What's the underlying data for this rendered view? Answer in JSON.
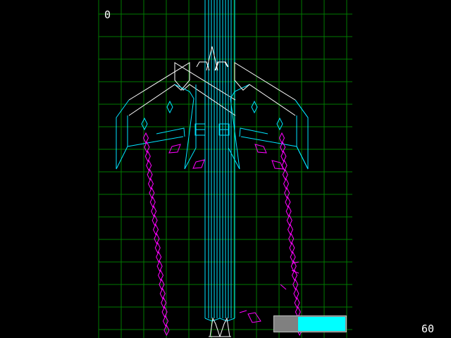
{
  "hud": {
    "score": "0",
    "fps": "60",
    "gauge_fraction": 0.66
  },
  "colors": {
    "background": "#000000",
    "grid": "#007a00",
    "ship_cyan": "#00e5ff",
    "ship_white": "#ffffff",
    "enemy_shots": "#ff00ff",
    "gauge_fill": "#00ffff",
    "gauge_track": "#808080"
  },
  "icons": {
    "boss": "wireframe-boss-ship-icon",
    "player": "player-ship-icon",
    "bullet": "diamond-bullet-icon"
  }
}
